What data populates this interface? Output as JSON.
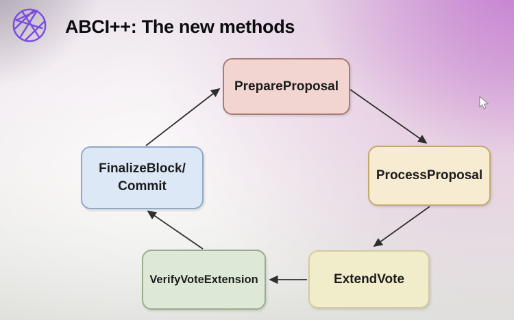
{
  "header": {
    "logo_icon": "wireframe-sphere",
    "logo_color": "#7a4be0",
    "title": "ABCI++: The new methods"
  },
  "diagram": {
    "type": "cycle-flowchart",
    "arrow_color": "#2e2e2e",
    "nodes": [
      {
        "id": "prepare_proposal",
        "label": "PrepareProposal",
        "fill": "#f2d5d1",
        "stroke": "#a97a74"
      },
      {
        "id": "process_proposal",
        "label": "ProcessProposal",
        "fill": "#f7ebd1",
        "stroke": "#c3a96b"
      },
      {
        "id": "extend_vote",
        "label": "ExtendVote",
        "fill": "#f1ecca",
        "stroke": "#d3cb9d"
      },
      {
        "id": "verify_vote_extension",
        "label": "VerifyVoteExtension",
        "fill": "#dde9d6",
        "stroke": "#97ad8b"
      },
      {
        "id": "finalize_block_commit",
        "label": "FinalizeBlock/\nCommit",
        "fill": "#dce8f6",
        "stroke": "#8ea9c7"
      }
    ],
    "edges": [
      {
        "from": "finalize_block_commit",
        "to": "prepare_proposal"
      },
      {
        "from": "prepare_proposal",
        "to": "process_proposal"
      },
      {
        "from": "process_proposal",
        "to": "extend_vote"
      },
      {
        "from": "extend_vote",
        "to": "verify_vote_extension"
      },
      {
        "from": "verify_vote_extension",
        "to": "finalize_block_commit"
      }
    ]
  },
  "cursor": {
    "type": "arrow-pointer"
  }
}
